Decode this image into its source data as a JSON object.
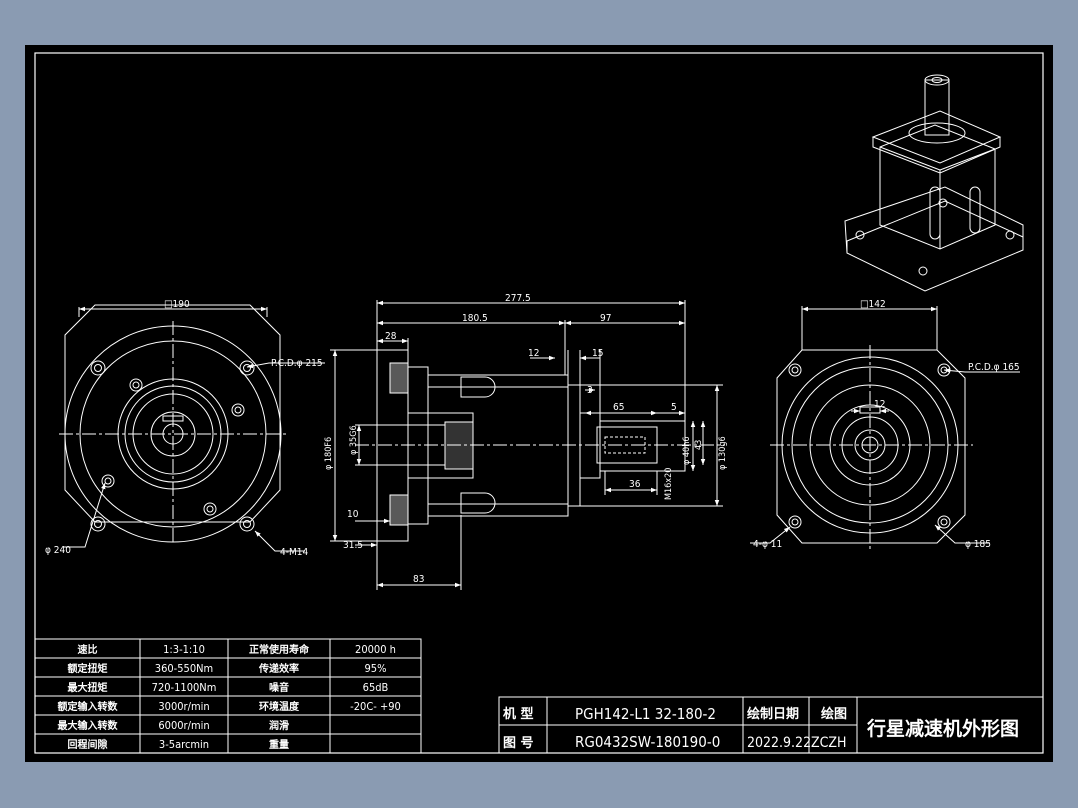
{
  "colors": {
    "background": "#8a9bb2",
    "sheet": "#000000",
    "line": "#ffffff"
  },
  "front_view": {
    "square": "□190",
    "pcd": "P.C.D.φ 215",
    "diameter": "φ 240",
    "holes": "4-M14"
  },
  "side_view": {
    "total_length": "277.5",
    "body_length": "180.5",
    "shaft_length": "97",
    "flange_thk": "28",
    "d12": "12",
    "d15": "15",
    "d3": "3",
    "d65": "65",
    "d5": "5",
    "d36": "36",
    "pilot": "φ 180F6",
    "bore": "φ 35G6",
    "shaft_dia": "φ 40h6",
    "key_h": "43",
    "spigot": "φ 130g6",
    "thread": "M16x20",
    "d10": "10",
    "d315": "31.5",
    "d83": "83"
  },
  "rear_view": {
    "square": "□142",
    "pcd": "P.C.D.φ 165",
    "key_w": "12",
    "holes": "4-φ 11",
    "diameter": "φ 185"
  },
  "specs": [
    [
      "速比",
      "1:3-1:10",
      "正常使用寿命",
      "20000  h"
    ],
    [
      "额定扭矩",
      "360-550Nm",
      "传递效率",
      "95%"
    ],
    [
      "最大扭矩",
      "720-1100Nm",
      "噪音",
      "65dB"
    ],
    [
      "额定输入转数",
      "3000r/min",
      "环境温度",
      "-20C- +90"
    ],
    [
      "最大输入转数",
      "6000r/min",
      "润滑",
      ""
    ],
    [
      "回程间隙",
      "3-5arcmin",
      "重量",
      ""
    ]
  ],
  "title_block": {
    "model_label": "机  型",
    "model_value": "PGH142-L1 32-180-2",
    "drawing_label": "图  号",
    "drawing_value": "RG0432SW-180190-0",
    "date_label": "绘制日期",
    "date_value": "2022.9.22",
    "drawn_label": "绘图",
    "drawn_value": "ZCZH",
    "title": "行星减速机外形图"
  }
}
